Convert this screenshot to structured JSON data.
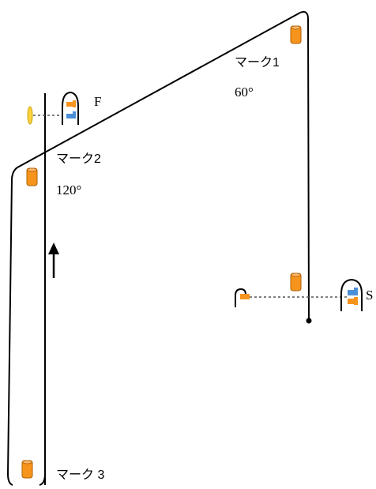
{
  "course": {
    "marks": [
      {
        "id": "mark1",
        "label": "マーク1",
        "angle": "60°"
      },
      {
        "id": "mark2",
        "label": "マーク2",
        "angle": "120°"
      },
      {
        "id": "mark3",
        "label": "マーク 3"
      }
    ],
    "finish_label": "F",
    "start_label": "S"
  },
  "colors": {
    "buoy_fill": "#F7941D",
    "buoy_stroke": "#C06A00",
    "flag_orange": "#F7941D",
    "flag_blue": "#4A90D9",
    "line": "#000000",
    "dashed": "#555555"
  },
  "icons": [
    "orange-buoy-icon",
    "boat-icon",
    "flag-icon",
    "arrow-up-icon",
    "yellow-pin-icon"
  ]
}
